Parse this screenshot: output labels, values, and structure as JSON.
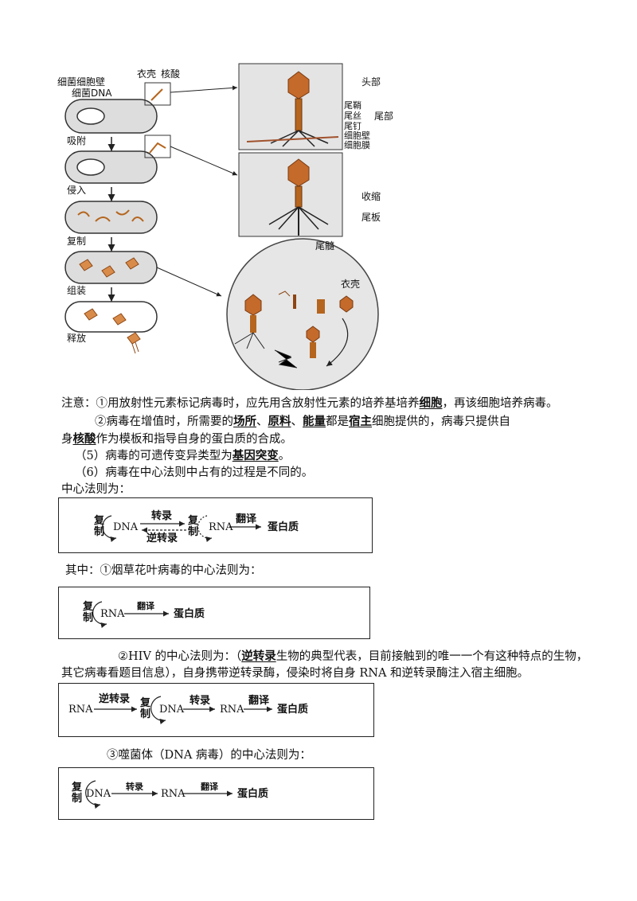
{
  "figure": {
    "labels": {
      "cell_wall": "细菌细胞壁",
      "bacterial_dna": "细菌DNA",
      "coat": "衣壳",
      "nucleic_acid": "核酸",
      "steps": [
        "吸附",
        "侵入",
        "复制",
        "组装",
        "释放"
      ],
      "head": "头部",
      "tail_sheath": "尾鞘",
      "tail_fiber": "尾丝",
      "tail_pin": "尾钉",
      "cell_wall2": "细胞壁",
      "cell_membrane": "细胞膜",
      "tail": "尾部",
      "contract": "收缩",
      "tail_plate": "尾板",
      "tail_core": "尾髓",
      "coat2": "衣壳"
    }
  },
  "notes": {
    "n1_prefix": "注意：①用放射性元素标记病毒时，应先用含放射性元素的培养基培养",
    "n1_ans": "细胞",
    "n1_suffix": "，再该细胞培养病毒。",
    "n2_p1": "②病毒在增值时，所需要的",
    "n2_a1": "场所",
    "n2_p2": "、",
    "n2_a2": "原料",
    "n2_p3": "、",
    "n2_a3": "能量",
    "n2_p4": "都是",
    "n2_a4": "宿主",
    "n2_p5": "细胞提供的，病毒只提供自",
    "n2_line2_p1": "身",
    "n2_line2_ans": "核酸",
    "n2_line2_p2": "作为模板和指导自身的蛋白质的合成。",
    "n5_prefix": "（5）病毒的可遗传变异类型为",
    "n5_ans": "基因突变",
    "n5_suffix": "。",
    "n6": "（6）病毒在中心法则中占有的过程是不同的。",
    "central_title": "中心法则为："
  },
  "flow_general": {
    "replicate": "复制",
    "dna": "DNA",
    "transcribe": "转录",
    "reverse": "逆转录",
    "rna": "RNA",
    "translate": "翻译",
    "protein": "蛋白质"
  },
  "tmv": {
    "intro": "其中：①烟草花叶病毒的中心法则为：",
    "replicate": "复制",
    "rna": "RNA",
    "translate": "翻译",
    "protein": "蛋白质"
  },
  "hiv": {
    "line1_p1": "②HIV 的中心法则为：（",
    "line1_ans": "逆转录",
    "line1_p2": "生物的典型代表，目前接触到的唯一一个有这种特点的生物，",
    "line2": "其它病毒看题目信息），自身携带逆转录酶，侵染时将自身 RNA 和逆转录酶注入宿主细胞。",
    "rna1": "RNA",
    "reverse": "逆转录",
    "replicate": "复制",
    "dna": "DNA",
    "transcribe": "转录",
    "rna2": "RNA",
    "translate": "翻译",
    "protein": "蛋白质"
  },
  "phage": {
    "intro": "③噬菌体（DNA 病毒）的中心法则为：",
    "replicate": "复制",
    "dna": "DNA",
    "transcribe": "转录",
    "rna": "RNA",
    "translate": "翻译",
    "protein": "蛋白质"
  },
  "colors": {
    "virus": "#b5651d",
    "cell_fill": "#e8e8e8",
    "panel": "#e4e4e4"
  }
}
